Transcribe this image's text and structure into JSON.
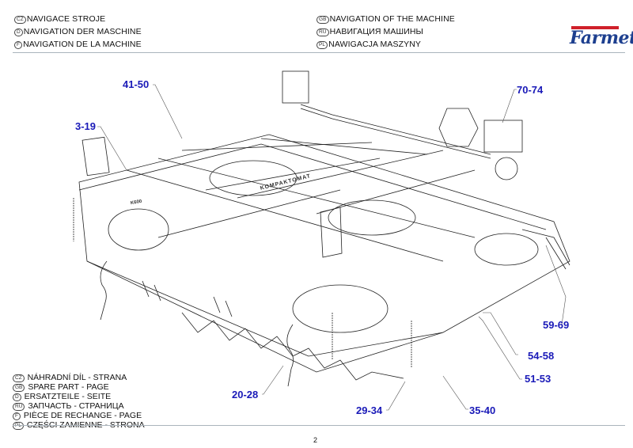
{
  "header": {
    "left": [
      {
        "lang": "CZ",
        "text": "NAVIGACE STROJE"
      },
      {
        "lang": "D",
        "text": "NAVIGATION DER MASCHINE"
      },
      {
        "lang": "F",
        "text": "NAVIGATION DE LA MACHINE"
      }
    ],
    "right": [
      {
        "lang": "GB",
        "text": "NAVIGATION OF THE MACHINE"
      },
      {
        "lang": "RU",
        "text": "НАВИГАЦИЯ МАШИНЫ"
      },
      {
        "lang": "PL",
        "text": "NAWIGACJA MASZYNY"
      }
    ],
    "logo": "Farmet",
    "colors": {
      "logo_blue": "#1d3f8f",
      "logo_red": "#d0202a",
      "callout_blue": "#1a1ab8"
    }
  },
  "callouts": [
    "41-50",
    "3-19",
    "70-74",
    "59-69",
    "54-58",
    "51-53",
    "20-28",
    "29-34",
    "35-40"
  ],
  "footer": {
    "lines": [
      {
        "lang": "CZ",
        "text": "NÁHRADNÍ DÍL - STRANA"
      },
      {
        "lang": "GB",
        "text": "SPARE PART - PAGE"
      },
      {
        "lang": "D",
        "text": "ERSATZTEILE - SEITE"
      },
      {
        "lang": "RU",
        "text": "ЗАПЧАСТЬ - СТРАНИЦА"
      },
      {
        "lang": "F",
        "text": "PIÈCE DE RECHANGE - PAGE"
      },
      {
        "lang": "PL",
        "text": "CZĘŚCI ZAMIENNE - STRONA"
      }
    ],
    "page_number": "2"
  },
  "drawing": {
    "machine_label": "KOMPAKTOMAT",
    "frame_label": "K600"
  }
}
